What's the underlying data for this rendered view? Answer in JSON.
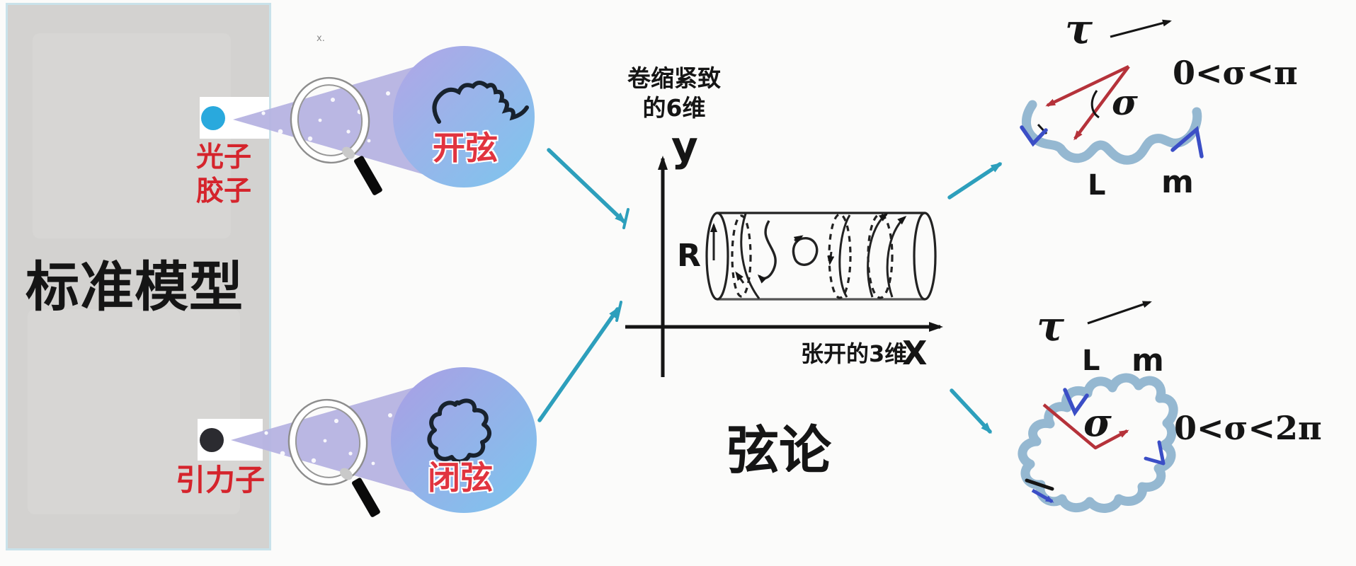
{
  "standard_model": {
    "title": "标准模型",
    "photon_line1": "光子",
    "photon_line2": "胶子",
    "graviton": "引力子"
  },
  "lenses": {
    "open_label": "开弦",
    "closed_label": "闭弦"
  },
  "spacetime": {
    "compact_line1": "卷缩紧致",
    "compact_line2": "的6维",
    "y_axis": "y",
    "radius": "R",
    "extended_dims": "张开的3维",
    "x_axis": "X",
    "theory": "弦论"
  },
  "open_sheet": {
    "tau": "τ",
    "sigma": "σ",
    "range": "0<σ<π",
    "length": "L",
    "mass": "m"
  },
  "closed_sheet": {
    "tau": "τ",
    "sigma": "σ",
    "range": "0<σ<2π",
    "length": "L",
    "mass": "m"
  },
  "stray_mark": "x.",
  "colors": {
    "label_red": "#d5242c",
    "string_label_red": "#e1343f",
    "photon_dot": "#29a9dd",
    "graviton_dot": "#2b2b30",
    "beam": "#b6b3e1",
    "lens_gradient_top": "#b2a5e6",
    "lens_gradient_bottom": "#7cc6ee",
    "teal_arrow": "#2d9fbc",
    "worldsheet_string": "#8fb4cf",
    "red_arrow": "#b5323a",
    "blue_marker": "#3b4ec6",
    "ink": "#1a1a1a"
  }
}
